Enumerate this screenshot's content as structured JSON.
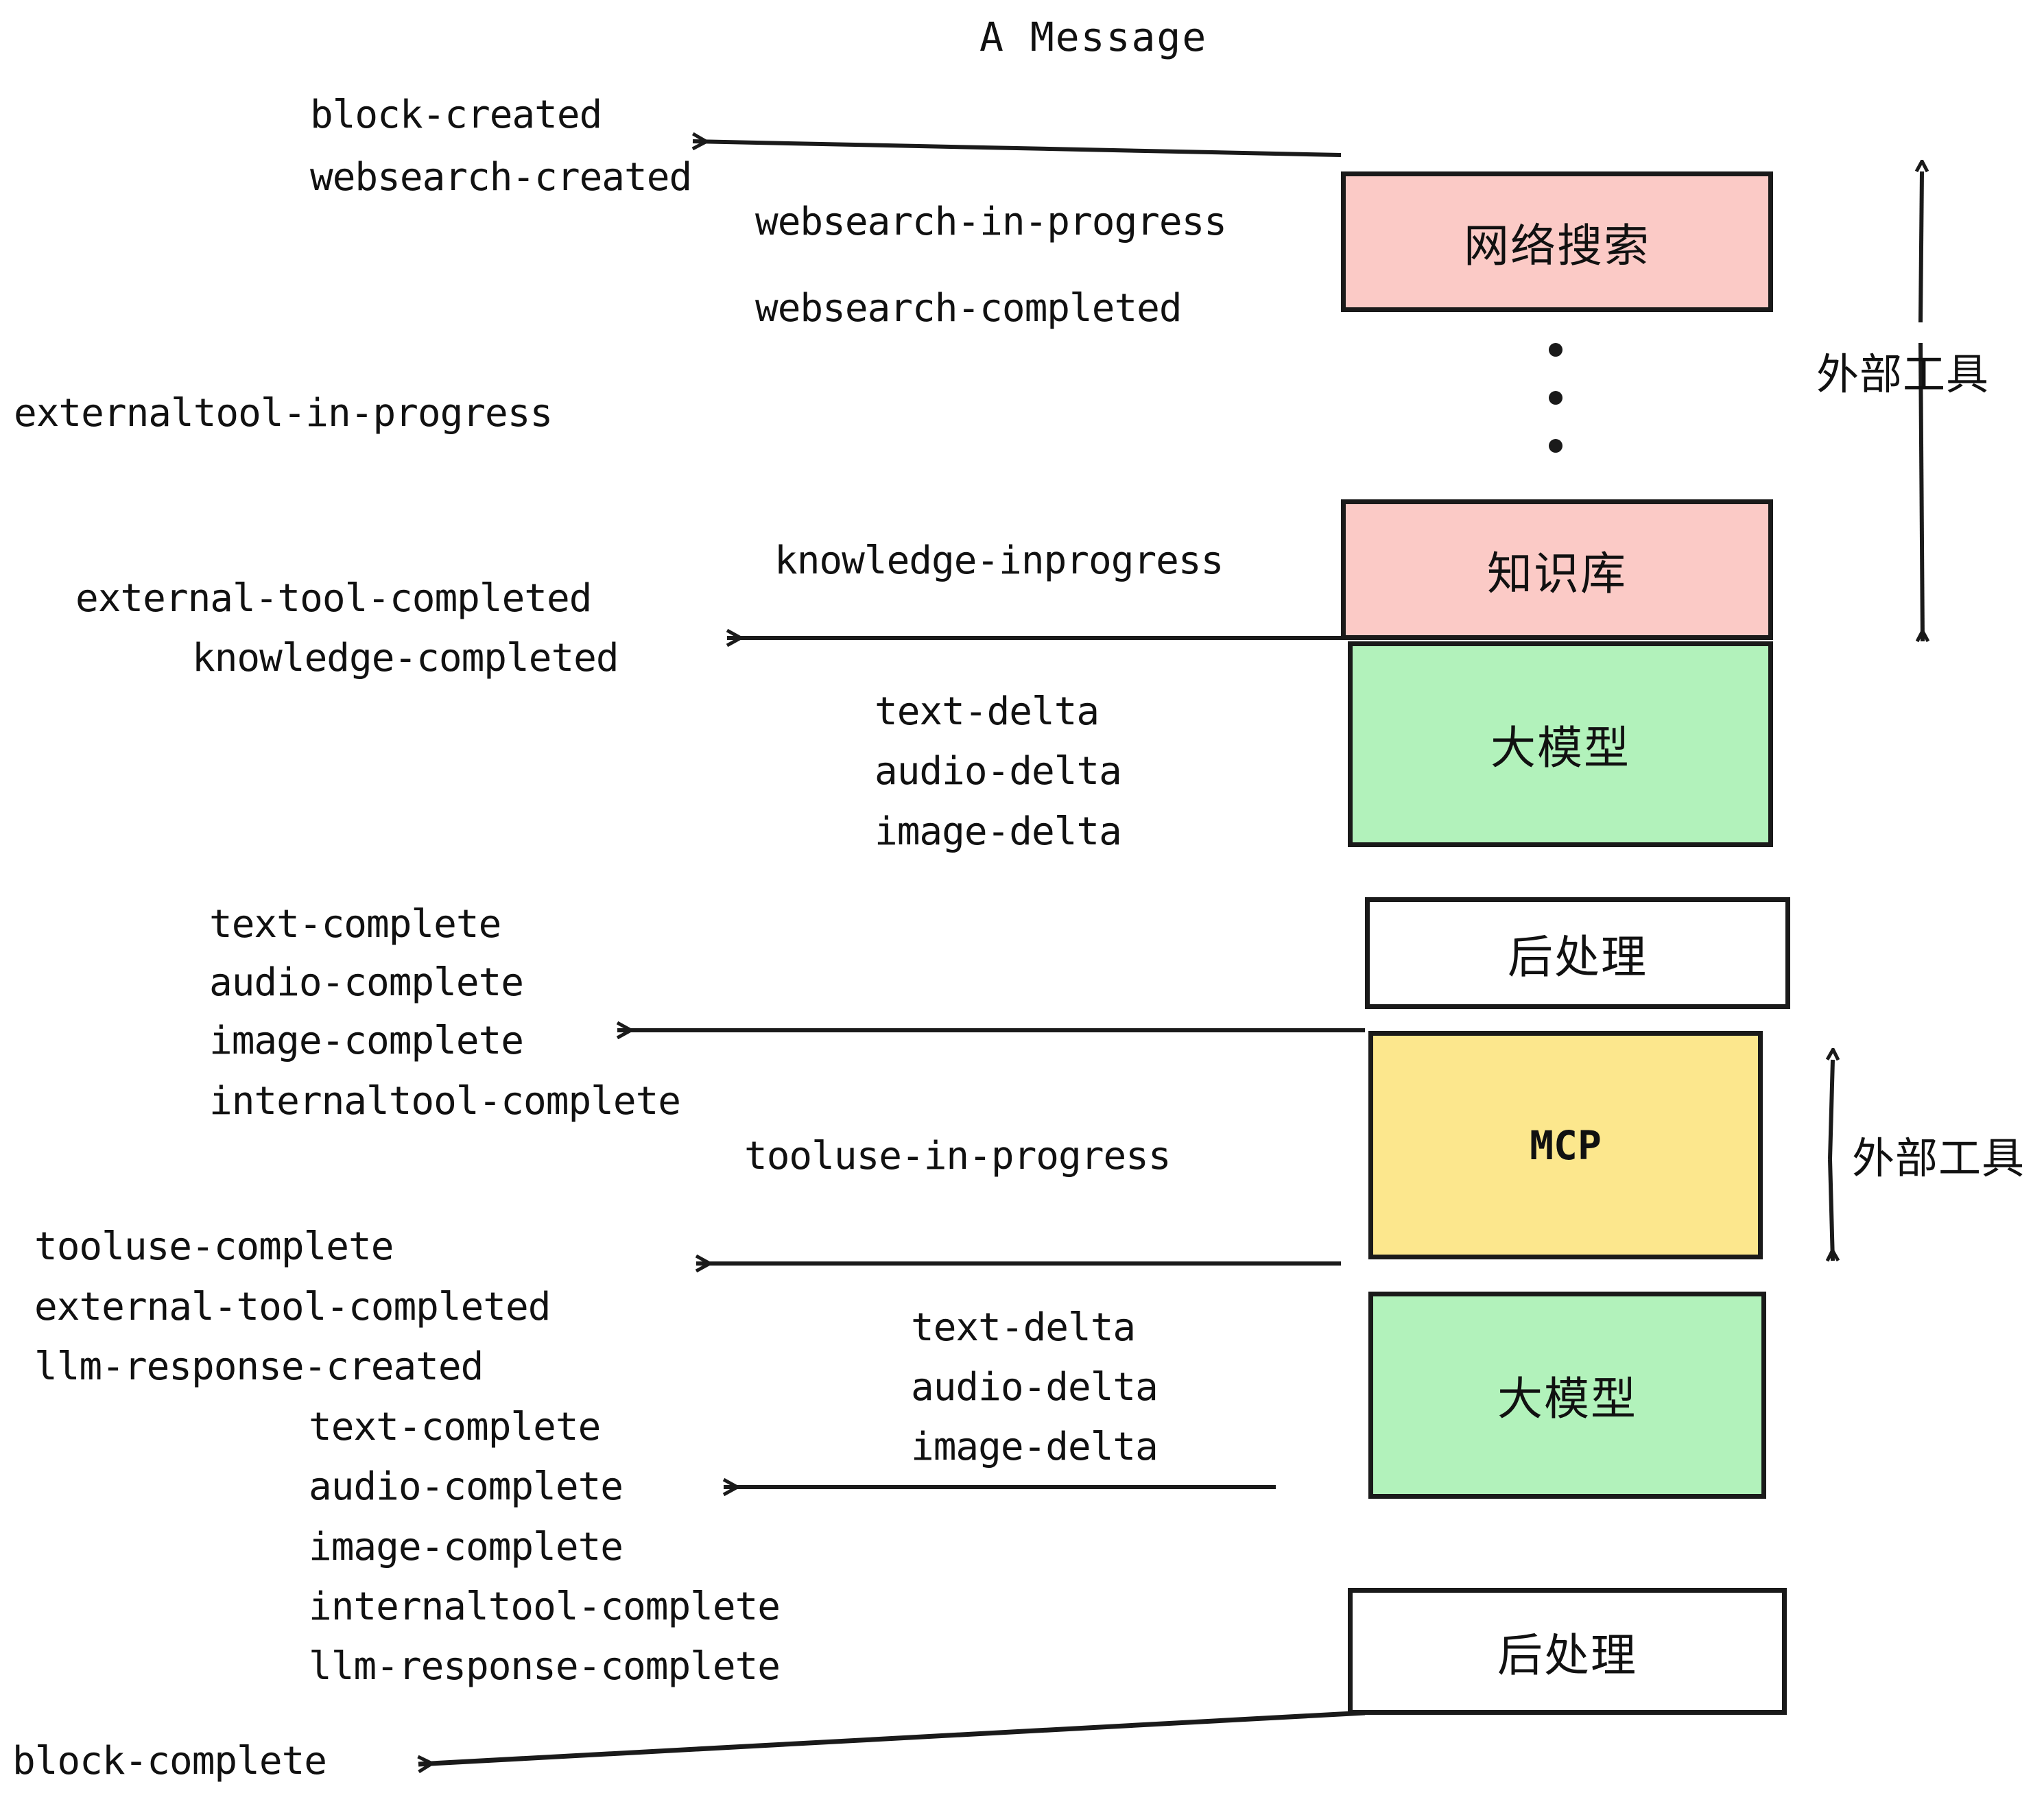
{
  "title": "A Message",
  "colors": {
    "pink": "#FBCAC6",
    "green": "#B2F2BB",
    "yellow": "#FCE78D",
    "white": "#FFFFFF",
    "stroke": "#1A1A1A"
  },
  "boxes": [
    {
      "id": "websearch",
      "label": "网络搜索",
      "fill": "#FBCAC6"
    },
    {
      "id": "knowledge",
      "label": "知识库",
      "fill": "#FBCAC6"
    },
    {
      "id": "llm-1",
      "label": "大模型",
      "fill": "#B2F2BB"
    },
    {
      "id": "postprocess-1",
      "label": "后处理",
      "fill": "#FFFFFF"
    },
    {
      "id": "mcp",
      "label": "MCP",
      "fill": "#FCE78D"
    },
    {
      "id": "llm-2",
      "label": "大模型",
      "fill": "#B2F2BB"
    },
    {
      "id": "postprocess-2",
      "label": "后处理",
      "fill": "#FFFFFF"
    }
  ],
  "side_labels": {
    "external_tool_top": "外部工具",
    "external_tool_bottom": "外部工具"
  },
  "events": {
    "block_created": "block-created",
    "websearch_created": "websearch-created",
    "websearch_in_progress": "websearch-in-progress",
    "websearch_completed": "websearch-completed",
    "externaltool_in_progress": "externaltool-in-progress",
    "knowledge_inprogress": "knowledge-inprogress",
    "external_tool_completed_1": "external-tool-completed",
    "knowledge_completed": "knowledge-completed",
    "text_delta_1": "text-delta",
    "audio_delta_1": "audio-delta",
    "image_delta_1": "image-delta",
    "text_complete_1": "text-complete",
    "audio_complete_1": "audio-complete",
    "image_complete_1": "image-complete",
    "internaltool_complete_1": "internaltool-complete",
    "tooluse_in_progress": "tooluse-in-progress",
    "tooluse_complete": "tooluse-complete",
    "external_tool_completed_2": "external-tool-completed",
    "llm_response_created": "llm-response-created",
    "text_delta_2": "text-delta",
    "audio_delta_2": "audio-delta",
    "image_delta_2": "image-delta",
    "text_complete_2": "text-complete",
    "audio_complete_2": "audio-complete",
    "image_complete_2": "image-complete",
    "internaltool_complete_2": "internaltool-complete",
    "llm_response_complete": "llm-response-complete",
    "block_complete": "block-complete"
  }
}
